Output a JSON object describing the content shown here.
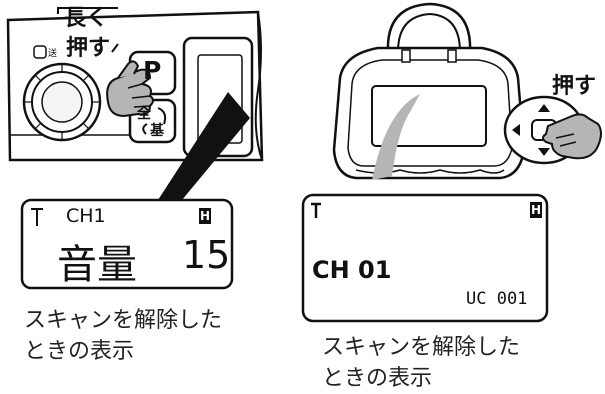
{
  "left_figure": {
    "callout_line1": "長く",
    "callout_line2": "押す",
    "p_key_label": "P",
    "small_label": "送",
    "mode_key_top": "全",
    "mode_key_bottom": "基",
    "display": {
      "channel": "CH1",
      "indicator": "H",
      "volume_label": "音量",
      "volume_value": "15"
    },
    "caption_line1": "スキャンを解除した",
    "caption_line2": "ときの表示"
  },
  "right_figure": {
    "callout": "押す",
    "display": {
      "indicator": "H",
      "channel": "CH 01",
      "code": "UC 001"
    },
    "caption_line1": "スキャンを解除した",
    "caption_line2": "ときの表示"
  },
  "icons": [
    "antenna-icon",
    "hand-pointer-icon",
    "up-arrow-icon",
    "down-arrow-icon",
    "left-arrow-icon",
    "right-arrow-icon",
    "dial-knob-icon"
  ]
}
